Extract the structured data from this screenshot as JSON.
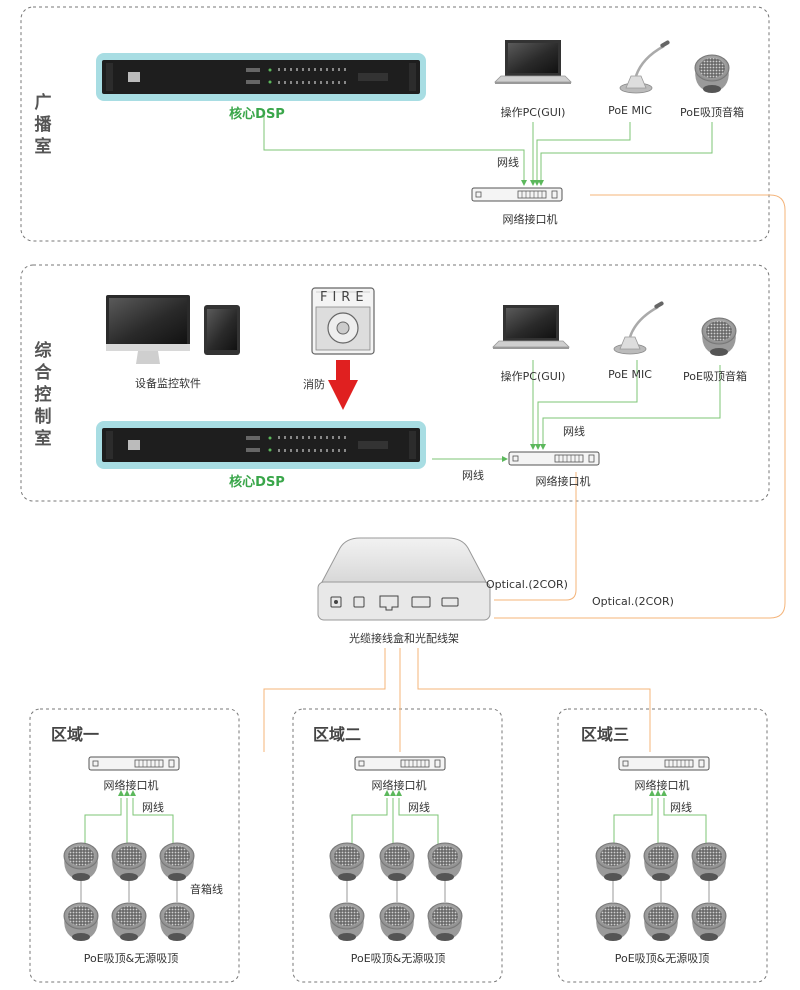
{
  "room_broadcast": {
    "title": "广播室",
    "dsp_label": "核心DSP",
    "pc_label": "操作PC(GUI)",
    "mic_label": "PoE MIC",
    "speaker_label": "PoE吸顶音箱",
    "cable_label": "网线",
    "switch_label": "网络接口机"
  },
  "room_control": {
    "title": "综合控制室",
    "monitor_label": "设备监控软件",
    "fire_sign_text": "FIRE",
    "fire_label": "消防",
    "dsp_label": "核心DSP",
    "dsp_cable_label": "网线",
    "pc_label": "操作PC(GUI)",
    "mic_label": "PoE MIC",
    "speaker_label": "PoE吸顶音箱",
    "cable_label": "网线",
    "switch_label": "网络接口机"
  },
  "fiber_box": {
    "label": "光缆接线盒和光配线架",
    "optical_left": "Optical.(2COR)",
    "optical_right": "Optical.(2COR)"
  },
  "zones": [
    {
      "title": "区域一",
      "switch_label": "网络接口机",
      "cable_label": "网线",
      "speaker_cable_label": "音箱线",
      "speakers_label": "PoE吸顶&无源吸顶"
    },
    {
      "title": "区域二",
      "switch_label": "网络接口机",
      "cable_label": "网线",
      "speakers_label": "PoE吸顶&无源吸顶"
    },
    {
      "title": "区域三",
      "switch_label": "网络接口机",
      "cable_label": "网线",
      "speakers_label": "PoE吸顶&无源吸顶"
    }
  ],
  "colors": {
    "network_line": "#7cc576",
    "optical_line": "#f4b47a",
    "dsp_label": "#3aa64a",
    "fire_arrow": "#e02020",
    "dsp_glow": "#a8dde3"
  }
}
